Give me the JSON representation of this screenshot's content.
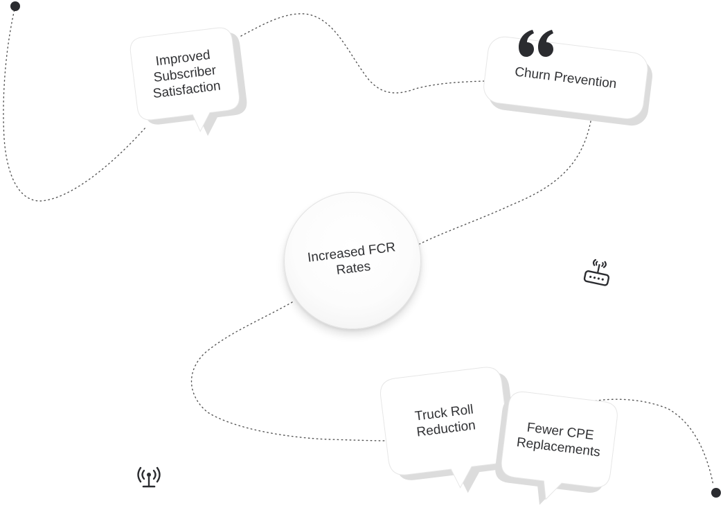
{
  "diagram": {
    "center": {
      "label": "Increased FCR\nRates"
    },
    "bubbles": [
      {
        "id": "satisfaction",
        "label": "Improved\nSubscriber\nSatisfaction"
      },
      {
        "id": "churn",
        "label": "Churn Prevention"
      },
      {
        "id": "truck",
        "label": "Truck Roll\nReduction"
      },
      {
        "id": "cpe",
        "label": "Fewer CPE\nReplacements"
      }
    ],
    "icons": [
      "quote-icon",
      "router-icon",
      "antenna-icon"
    ],
    "colors": {
      "ink": "#2b2c30",
      "bubble_face": "#ffffff",
      "bubble_shadow": "#dcdcdc",
      "dotted_path": "#555555"
    }
  }
}
